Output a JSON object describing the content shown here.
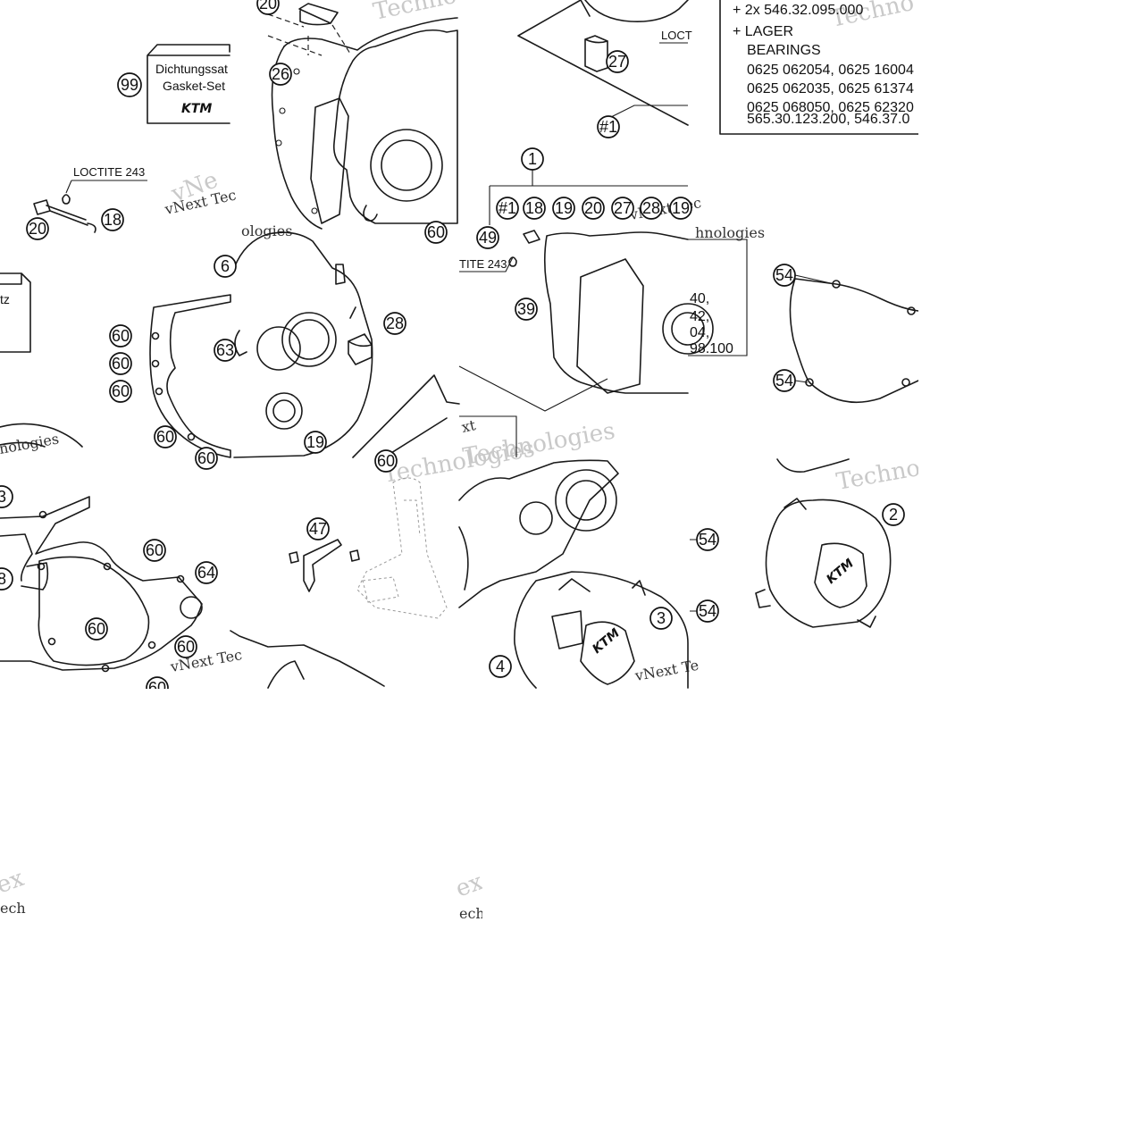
{
  "callouts": {
    "c1": "20",
    "c2": "26",
    "c3": "99",
    "c4": "18",
    "c5": "20",
    "c6": "27",
    "c7": "#1",
    "c8": "1",
    "c9": "#1",
    "c10": "18",
    "c11": "19",
    "c12": "20",
    "c13": "27",
    "c14": "28",
    "c15": "19",
    "c16": "49",
    "c17": "39",
    "c18": "54",
    "c19": "54",
    "c20": "60",
    "c21": "60",
    "c22": "60",
    "c23": "60",
    "c24": "60",
    "c25": "28",
    "c26": "19",
    "c27": "6",
    "c28": "63",
    "c29": "60",
    "c30": "60",
    "c31": "3",
    "c32": "8",
    "c33": "60",
    "c34": "64",
    "c35": "60",
    "c36": "60",
    "c37": "60",
    "c38": "47",
    "c39": "54",
    "c40": "54",
    "c41": "3",
    "c42": "4",
    "c43": "2"
  },
  "labels": {
    "loctite_top": "LOCTITE 243",
    "loctite_mid": "TITE 243",
    "loct_frag": "LOCT",
    "gasket_set_de": "Dichtungssat",
    "gasket_set_en": "Gasket-Set",
    "gasket_box_frag": "tz",
    "ktm_logo": "KTM"
  },
  "info_box": {
    "line1": "+ 2x 546.32.095.000",
    "line2": "+ LAGER",
    "line3": "BEARINGS",
    "line4": "0625 062054, 0625 16004",
    "line5": "0625 062035, 0625 61374",
    "line6": "0625 068050, 0625 62320",
    "line7": "565.30.123.200, 546.37.0"
  },
  "side_list": {
    "l1": "40,",
    "l2": "42,",
    "l3": "04,",
    "l4": "98.100"
  },
  "watermarks": {
    "w1": "Techno",
    "w2": "Techno",
    "w3": "vNext Tec",
    "w4": "vNext Tec",
    "w5": "hnologies",
    "w6": "xt",
    "w7": "Technologies",
    "w8": "vNext Tec",
    "w9": "vNext Te",
    "w10": "nologies",
    "w11": "Technologies",
    "w12": "Techno",
    "w13": "vNe",
    "w14": "ex",
    "w15": "ech",
    "w16": "ex",
    "w17": "ech",
    "w18": "ologies"
  }
}
